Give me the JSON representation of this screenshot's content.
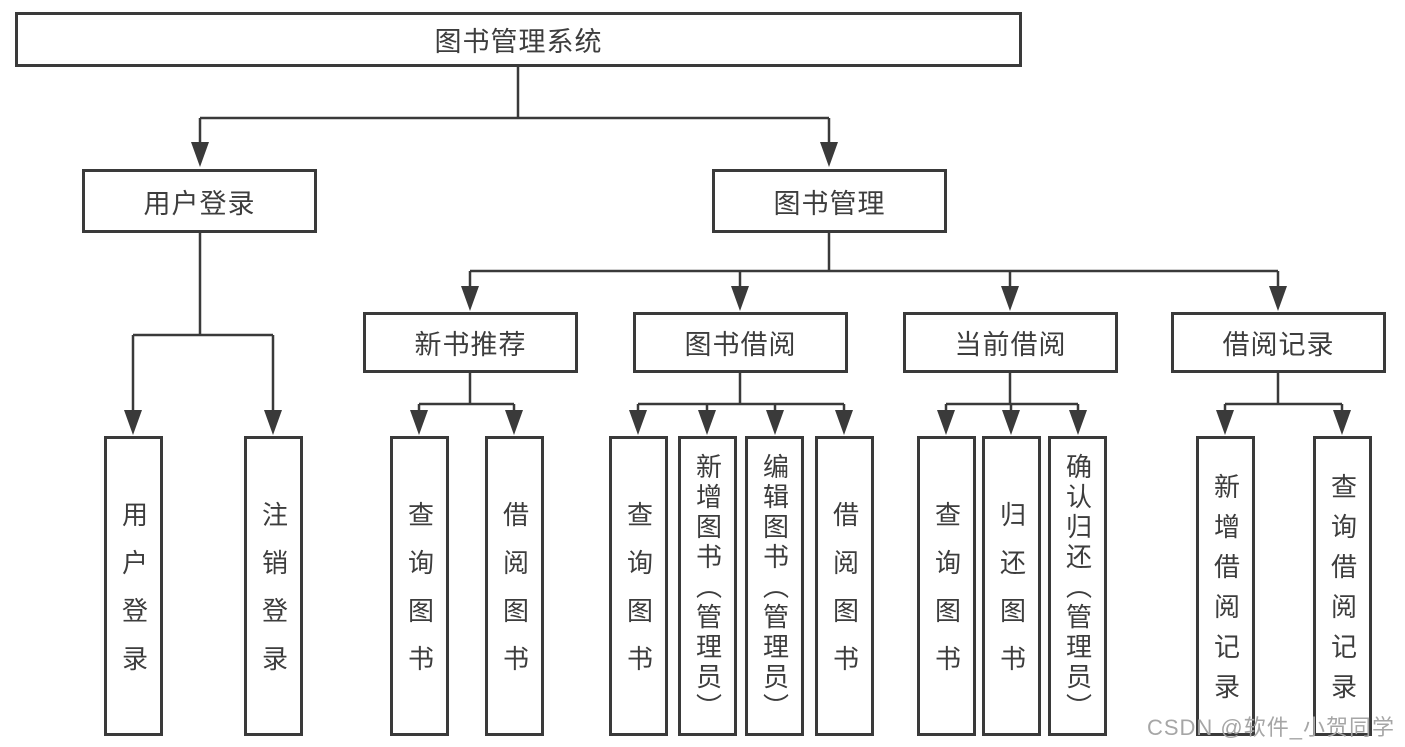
{
  "title": "图书管理系统",
  "watermark": "CSDN @软件_小贺同学",
  "colors": {
    "line": "#3a3a3a",
    "box_border": "#3a3a3a",
    "text": "#3d3d3d",
    "watermark": "#a6a6a6",
    "background": "#ffffff"
  },
  "tree": {
    "root": "图书管理系统",
    "branches": [
      {
        "label": "用户登录",
        "children": [
          "用户登录",
          "注销登录"
        ]
      },
      {
        "label": "图书管理",
        "children": [
          {
            "label": "新书推荐",
            "children": [
              "查询图书",
              "借阅图书"
            ]
          },
          {
            "label": "图书借阅",
            "children": [
              "查询图书",
              "新增图书（管理员）",
              "编辑图书（管理员）",
              "借阅图书"
            ]
          },
          {
            "label": "当前借阅",
            "children": [
              "查询图书",
              "归还图书",
              "确认归还（管理员）"
            ]
          },
          {
            "label": "借阅记录",
            "children": [
              "新增借阅记录",
              "查询借阅记录"
            ]
          }
        ]
      }
    ]
  }
}
